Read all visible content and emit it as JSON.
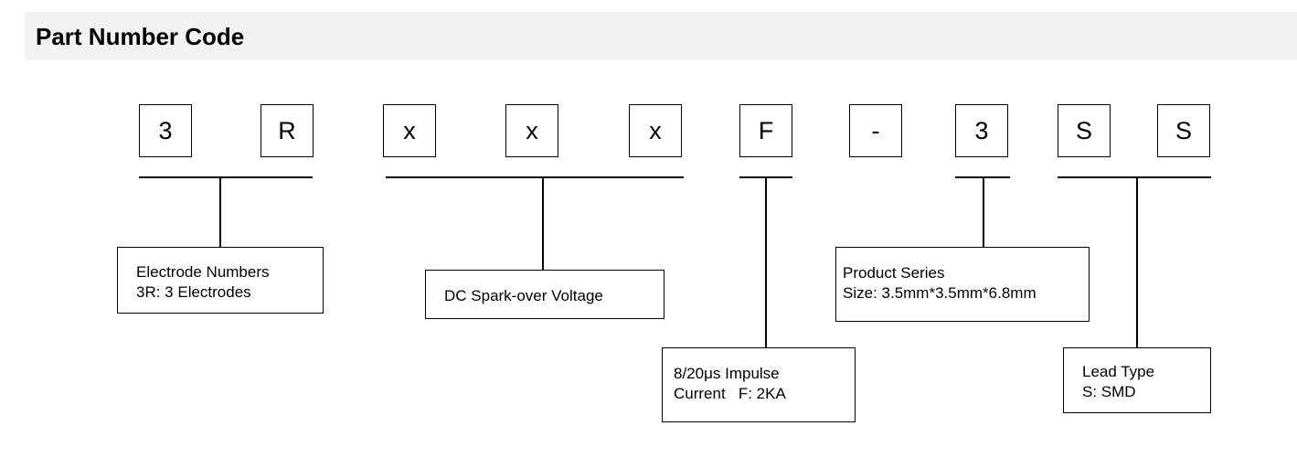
{
  "section_title": "Part Number Code",
  "code_chars": [
    "3",
    "R",
    "x",
    "x",
    "x",
    "F",
    "-",
    "3",
    "S",
    "S"
  ],
  "descriptions": {
    "electrode": {
      "line1": "Electrode Numbers",
      "line2": "3R: 3 Electrodes"
    },
    "voltage": {
      "line1": "DC Spark-over Voltage"
    },
    "impulse": {
      "line1": "8/20μs Impulse",
      "line2": "Current   F: 2KA"
    },
    "series": {
      "line1": "Product Series",
      "line2": "Size: 3.5mm*3.5mm*6.8mm"
    },
    "lead": {
      "line1": "Lead Type",
      "line2": "S: SMD"
    }
  }
}
